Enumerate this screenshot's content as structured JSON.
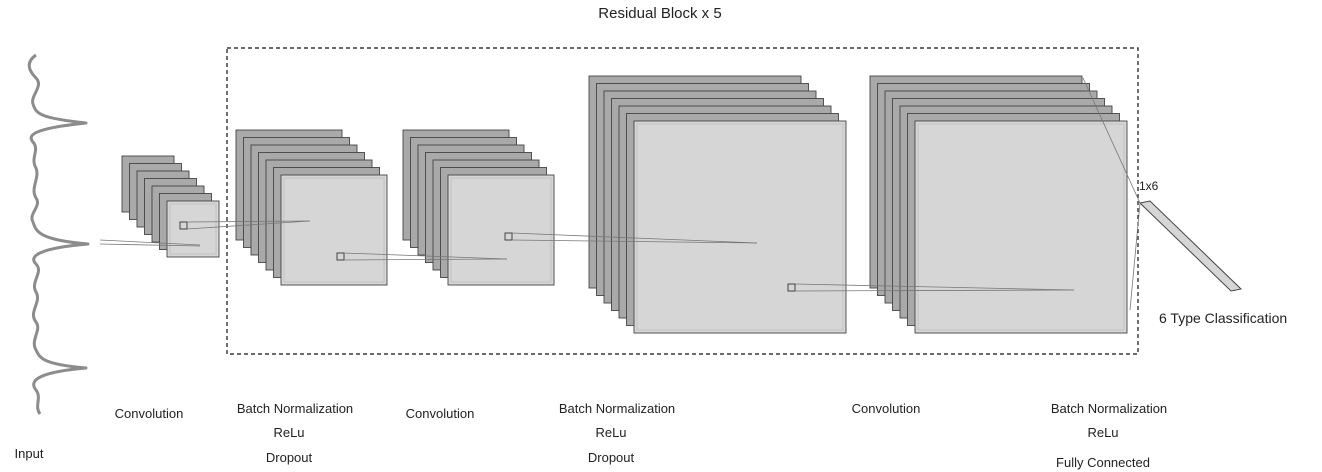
{
  "title": "Residual Block x 5",
  "input_label": "Input",
  "output_dim": "1x6",
  "classification_label": "6 Type Classification",
  "stage_labels": {
    "conv1": "Convolution",
    "bn1": [
      "Batch Normalization",
      "ReLu",
      "Dropout"
    ],
    "conv2": "Convolution",
    "bn2": [
      "Batch Normalization",
      "ReLu",
      "Dropout"
    ],
    "conv3": "Convolution",
    "bn3": [
      "Batch Normalization",
      "ReLu",
      "Fully Connected"
    ]
  },
  "colors": {
    "layer_fill": "#d6d6d6",
    "stack_fill": "#a9a9a9",
    "stroke": "#444444",
    "signal": "#8c8c8c"
  }
}
